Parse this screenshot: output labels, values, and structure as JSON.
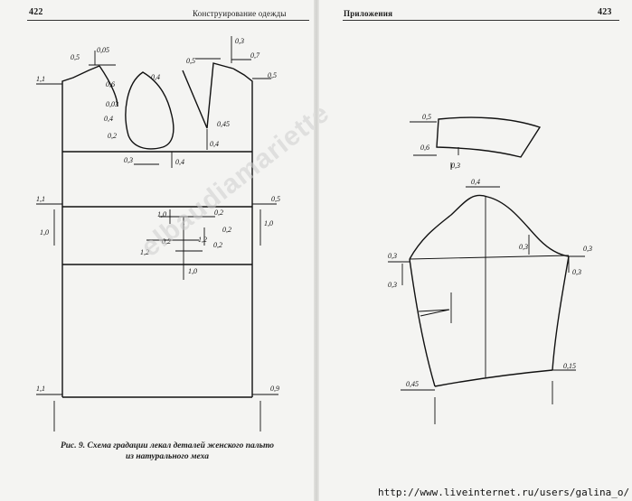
{
  "left_page": {
    "page_number": "422",
    "running_head": "Конструирование одежды",
    "caption_line1": "Рис. 9. Схема градации лекал деталей женского пальто",
    "caption_line2": "из натурального меха",
    "labels": {
      "l_0_05": "0,05",
      "l_0_5_top": "0,5",
      "l_0_3_top": "0,3",
      "l_0_7": "0,7",
      "l_1_1_a": "1,1",
      "l_0_5_r1": "0,5",
      "l_0_4_neck": "0,4",
      "l_0_5_dart": "0,5",
      "l_0_6": "0,6",
      "l_0_03": "0,03",
      "l_0_4_a": "0,4",
      "l_0_2_a": "0,2",
      "l_0_45": "0,45",
      "l_0_4_b": "0,4",
      "l_0_3_mid": "0,3",
      "l_0_4_c": "0,4",
      "l_1_1_b": "1,1",
      "l_0_5_r2": "0,5",
      "l_1_0_l": "1,0",
      "l_1_0_r": "1,0",
      "l_1_0_c": "1,0",
      "l_0_2_b": "0,2",
      "l_0_2_c": "0,2",
      "l_0_2_d": "0,2",
      "l_0_2_e": "0,2",
      "l_1_2_a": "1,2",
      "l_1_2_b": "1,2",
      "l_1_0_d": "1,0",
      "l_1_1_c": "1,1",
      "l_0_9": "0,9"
    }
  },
  "right_page": {
    "page_number": "423",
    "running_head": "Приложения",
    "labels": {
      "r_0_5": "0,5",
      "r_0_6": "0,6",
      "r_0_3_a": "0,3",
      "r_0_4": "0,4",
      "r_0_3_b": "0,3",
      "r_0_3_c": "0,3",
      "r_0_3_d": "0,3",
      "r_0_3_e": "0,3",
      "r_0_15": "0,15",
      "r_0_45": "0,45",
      "r_0_3_f": "0,3"
    }
  },
  "watermark": "elbaudiamariette",
  "footer_url": "http://www.liveinternet.ru/users/galina_o/"
}
